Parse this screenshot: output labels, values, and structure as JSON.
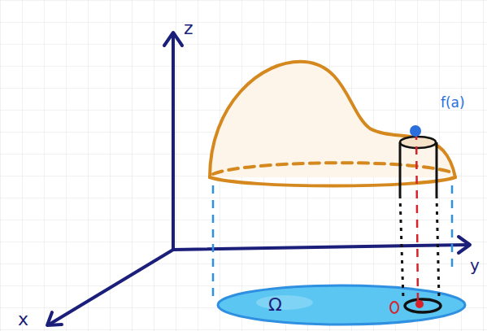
{
  "diagram": {
    "labels": [
      "z",
      "f(a)",
      "x",
      "y",
      "Ω"
    ]
  }
}
